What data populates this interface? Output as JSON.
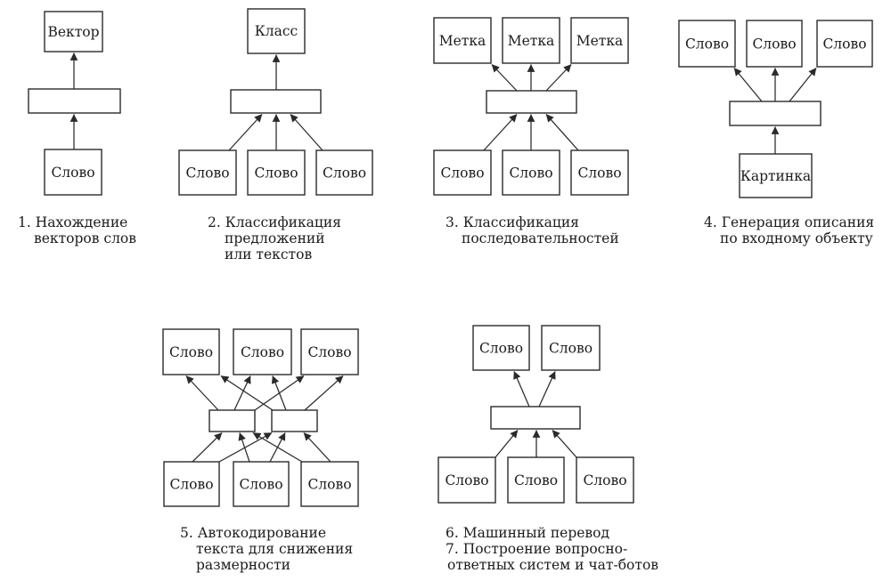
{
  "colors": {
    "line": "#2a2a2a",
    "text": "#1c1c1c",
    "box_fill": "#ffffff",
    "background": "#ffffff"
  },
  "diagrams": [
    {
      "caption": [
        "1. Нахождение",
        "векторов слов"
      ],
      "top": [
        "Вектор"
      ],
      "bottom": [
        "Слово"
      ]
    },
    {
      "caption": [
        "2. Классификация",
        "предложений",
        "или текстов"
      ],
      "top": [
        "Класс"
      ],
      "bottom": [
        "Слово",
        "Слово",
        "Слово"
      ]
    },
    {
      "caption": [
        "3. Классификация",
        "последовательностей"
      ],
      "top": [
        "Метка",
        "Метка",
        "Метка"
      ],
      "bottom": [
        "Слово",
        "Слово",
        "Слово"
      ]
    },
    {
      "caption": [
        "4. Генерация описания",
        "по входному объекту"
      ],
      "top": [
        "Слово",
        "Слово",
        "Слово"
      ],
      "bottom": [
        "Картинка"
      ]
    },
    {
      "caption": [
        "5. Автокодирование",
        "текста для снижения",
        "размерности"
      ],
      "top": [
        "Слово",
        "Слово",
        "Слово"
      ],
      "bottom": [
        "Слово",
        "Слово",
        "Слово"
      ]
    },
    {
      "caption": [
        "6. Машинный перевод",
        "7. Построение вопросно-",
        "ответных систем и чат-ботов"
      ],
      "top": [
        "Слово",
        "Слово"
      ],
      "bottom": [
        "Слово",
        "Слово",
        "Слово"
      ]
    }
  ]
}
